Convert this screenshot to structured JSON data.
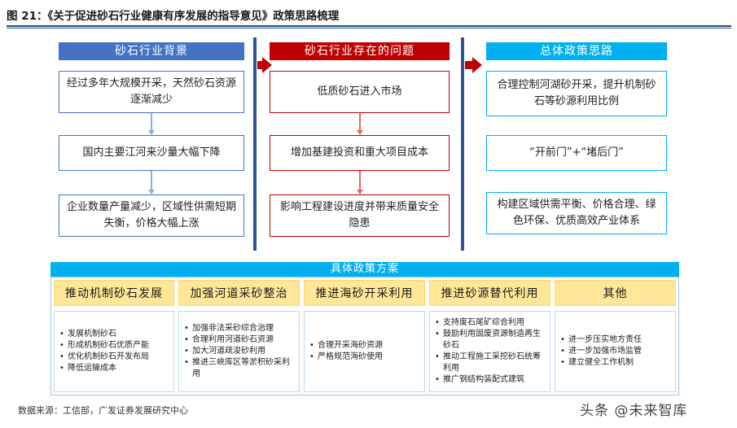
{
  "title": "图 21：《关于促进砂石行业健康有序发展的指导意见》政策思路梳理",
  "columns": [
    {
      "header": "砂石行业背景",
      "boxes": [
        "经过多年大规模开采，天然砂石资源逐渐减少",
        "国内主要江河来沙量大幅下降",
        "企业数量产量减少，区域性供需短期失衡，价格大幅上涨"
      ]
    },
    {
      "header": "砂石行业存在的问题",
      "boxes": [
        "低质砂石进入市场",
        "增加基建投资和重大项目成本",
        "影响工程建设进度并带来质量安全隐患"
      ]
    },
    {
      "header": "总体政策思路",
      "boxes": [
        "合理控制河湖砂开采，提升机制砂石等砂源利用比例",
        "“开前门”+“堵后门”",
        "构建区域供需平衡、价格合理、绿色环保、优质高效产业体系"
      ]
    }
  ],
  "policy": {
    "header": "具体政策方案",
    "categories": [
      {
        "label": "推动机制砂石发展",
        "items": [
          "发展机制砂石",
          "形成机制砂石优质产能",
          "优化机制砂石开发布局",
          "降低运输成本"
        ]
      },
      {
        "label": "加强河道采砂整治",
        "items": [
          "加强非法采砂综合治理",
          "合理利用河道砂石资源",
          "加大河道疏浚砂利用",
          "推进三峡库区等淤积砂采利用"
        ]
      },
      {
        "label": "推进海砂开采利用",
        "items": [
          "合理开采海砂资源",
          "严格规范海砂使用"
        ]
      },
      {
        "label": "推进砂源替代利用",
        "items": [
          "支持废石尾矿综合利用",
          "鼓励利用固废资源制造再生砂石",
          "推动工程施工采挖砂石统筹利用",
          "推广钢结构装配式建筑"
        ]
      },
      {
        "label": "其他",
        "items": [
          "进一步压实地方责任",
          "进一步加强市场监管",
          "建立健全工作机制"
        ]
      }
    ]
  },
  "footer": "数据来源：工信部，广发证券发展研究中心",
  "watermark": "头条 @未来智库",
  "colors": {
    "blue": "#4472c4",
    "red": "#c00000",
    "cyan": "#00b0f0",
    "yellow": "#ffe699",
    "divider": "#2f5597"
  }
}
